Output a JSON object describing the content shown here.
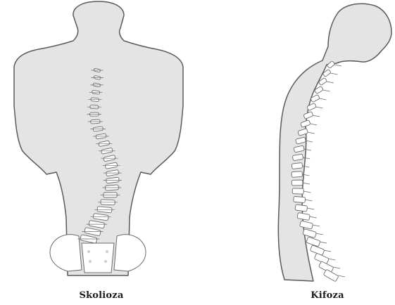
{
  "figure": {
    "panels": [
      {
        "caption": "Skolioza",
        "condition": "scoliosis"
      },
      {
        "caption": "Kifoza",
        "condition": "kyphosis"
      }
    ],
    "colors": {
      "body_fill": "#e4e4e4",
      "outline": "#5a5a5a",
      "bone_fill": "#ffffff",
      "bone_stroke": "#6a6a6a",
      "caption_text": "#1a1a1a"
    }
  }
}
